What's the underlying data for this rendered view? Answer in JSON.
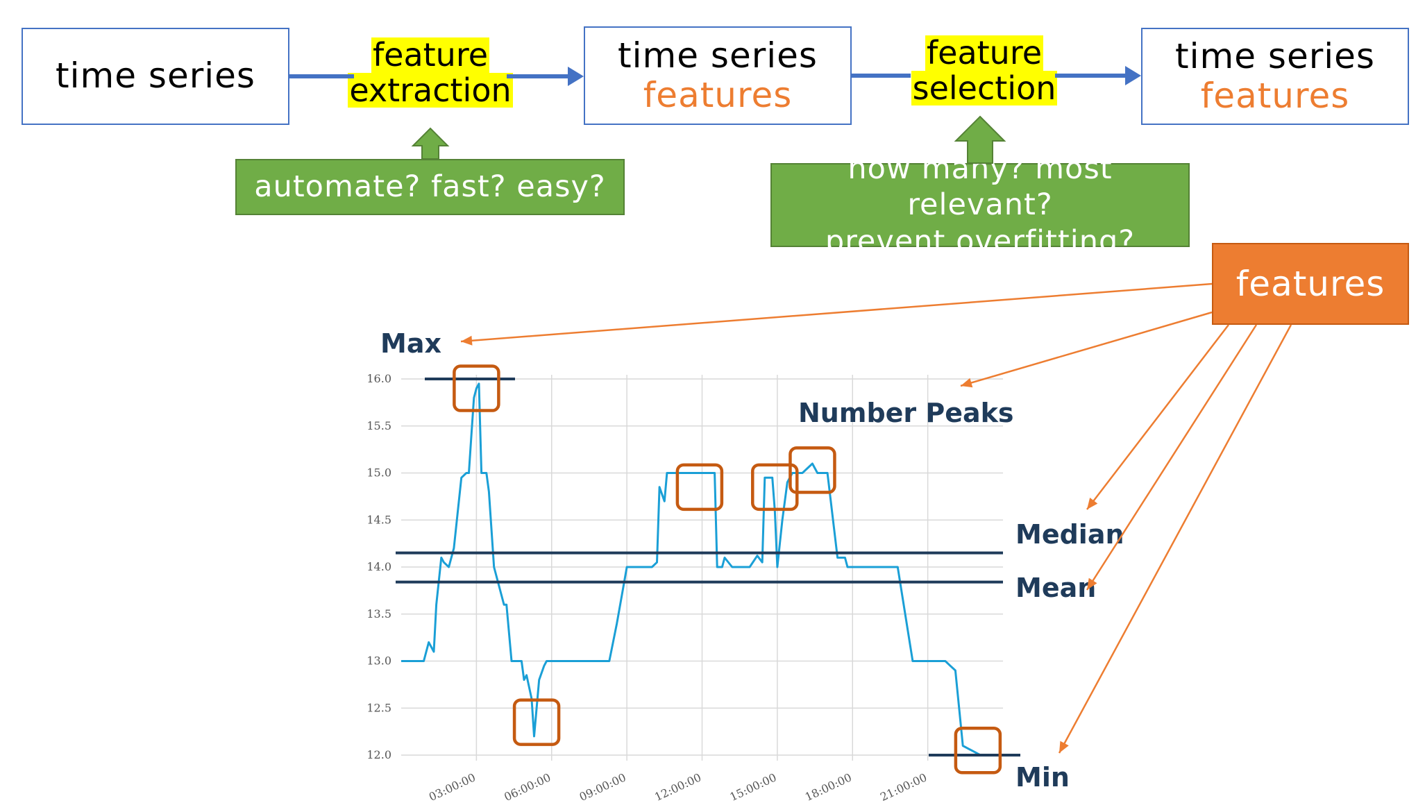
{
  "pipeline": {
    "box1": {
      "line1": "time series"
    },
    "step1": {
      "line1": "feature",
      "line2": "extraction"
    },
    "box2": {
      "line1": "time series",
      "line2": "features"
    },
    "step2": {
      "line1": "feature",
      "line2": "selection"
    },
    "box3": {
      "line1": "time series",
      "line2": "features"
    },
    "note1": {
      "line1": "automate? fast? easy?"
    },
    "note2": {
      "line1": "how many? most relevant?",
      "line2": "prevent overfitting?"
    },
    "features_label": "features"
  },
  "annotations": {
    "max": "Max",
    "number_peaks": "Number Peaks",
    "median": "Median",
    "mean": "Mean",
    "min": "Min"
  },
  "colors": {
    "blue_border": "#4472c4",
    "highlight": "#ffff00",
    "green": "#70ad47",
    "orange": "#ed7d31",
    "line": "#1a9fd6",
    "dark_label": "#1f3b5a",
    "marker": "#c55a11"
  },
  "chart_data": {
    "type": "line",
    "title": "",
    "xlabel": "",
    "ylabel": "",
    "ylim": [
      12.0,
      16.0
    ],
    "y_ticks": [
      "12.0",
      "12.5",
      "13.0",
      "13.5",
      "14.0",
      "14.5",
      "15.0",
      "15.5",
      "16.0"
    ],
    "x_ticks": [
      "03:00:00",
      "06:00:00",
      "09:00:00",
      "12:00:00",
      "15:00:00",
      "18:00:00",
      "21:00:00"
    ],
    "grid": true,
    "max": 16.0,
    "min": 12.0,
    "median": 14.15,
    "mean": 13.84,
    "series": [
      {
        "x_hours": [
          0.0,
          0.8,
          0.9,
          1.1,
          1.3,
          1.4,
          1.6,
          1.7,
          1.9,
          2.1,
          2.4,
          2.6,
          2.7,
          2.8,
          2.9,
          3.0,
          3.1,
          3.2,
          3.4,
          3.5,
          3.7,
          3.9,
          4.1,
          4.2,
          4.4,
          4.5,
          4.8,
          4.9,
          5.0,
          5.2,
          5.3,
          5.5,
          5.7,
          5.8,
          6.0,
          6.2,
          7.0,
          7.8,
          8.1,
          8.3,
          8.6,
          8.8,
          9.0,
          9.6,
          10.0,
          10.2,
          10.3,
          10.5,
          10.6,
          12.0,
          12.3,
          12.5,
          12.6,
          12.8,
          12.9,
          13.2,
          13.9,
          14.2,
          14.4,
          14.5,
          14.8,
          14.9,
          15.0,
          15.2,
          15.4,
          15.6,
          15.9,
          16.0,
          16.4,
          16.6,
          17.0,
          17.4,
          17.7,
          17.8,
          18.0,
          18.5,
          19.0,
          19.5,
          19.8,
          20.4,
          20.9,
          21.2,
          21.5,
          21.7,
          21.9,
          22.1,
          22.4,
          23.1,
          23.5
        ],
        "values": [
          13.0,
          13.0,
          13.0,
          13.2,
          13.1,
          13.6,
          14.1,
          14.05,
          14.0,
          14.2,
          14.95,
          15.0,
          15.0,
          15.4,
          15.8,
          15.9,
          15.95,
          15.0,
          15.0,
          14.8,
          14.0,
          13.8,
          13.6,
          13.6,
          13.0,
          13.0,
          13.0,
          12.8,
          12.85,
          12.6,
          12.2,
          12.8,
          12.95,
          13.0,
          13.0,
          13.0,
          13.0,
          13.0,
          13.0,
          13.0,
          13.4,
          13.7,
          14.0,
          14.0,
          14.0,
          14.05,
          14.85,
          14.7,
          15.0,
          15.0,
          15.0,
          15.0,
          14.0,
          14.0,
          14.1,
          14.0,
          14.0,
          14.12,
          14.05,
          14.95,
          14.95,
          14.6,
          14.0,
          14.5,
          14.9,
          15.0,
          15.0,
          15.0,
          15.1,
          15.0,
          15.0,
          14.1,
          14.1,
          14.0,
          14.0,
          14.0,
          14.0,
          14.0,
          14.0,
          13.0,
          13.0,
          13.0,
          13.0,
          13.0,
          12.95,
          12.9,
          12.1,
          12.0,
          12.0
        ]
      }
    ]
  }
}
